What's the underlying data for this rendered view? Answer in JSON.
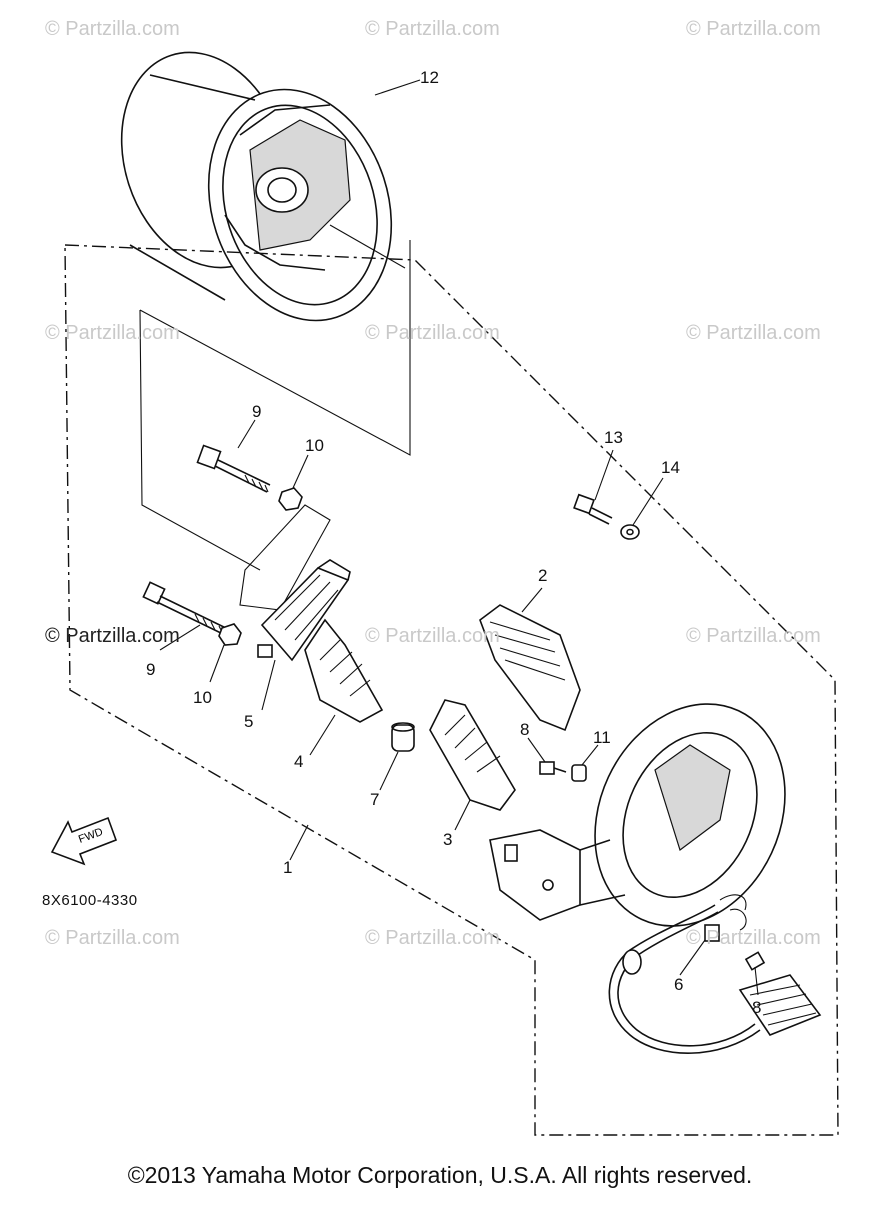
{
  "watermarks": [
    "© Partzilla.com",
    "© Partzilla.com",
    "© Partzilla.com",
    "© Partzilla.com",
    "© Partzilla.com",
    "© Partzilla.com",
    "© Partzilla.com",
    "© Partzilla.com",
    "© Partzilla.com",
    "© Partzilla.com",
    "© Partzilla.com",
    "© Partzilla.com"
  ],
  "callouts": {
    "p1": "1",
    "p2": "2",
    "p3": "3",
    "p4": "4",
    "p5": "5",
    "p6": "6",
    "p7": "7",
    "p8a": "8",
    "p8b": "8",
    "p9a": "9",
    "p9b": "9",
    "p10a": "10",
    "p10b": "10",
    "p11": "11",
    "p12": "12",
    "p13": "13",
    "p14": "14"
  },
  "fwd_label": "FWD",
  "diagram_code": "8X6100-4330",
  "copyright": "©2013 Yamaha Motor Corporation, U.S.A. All rights reserved."
}
